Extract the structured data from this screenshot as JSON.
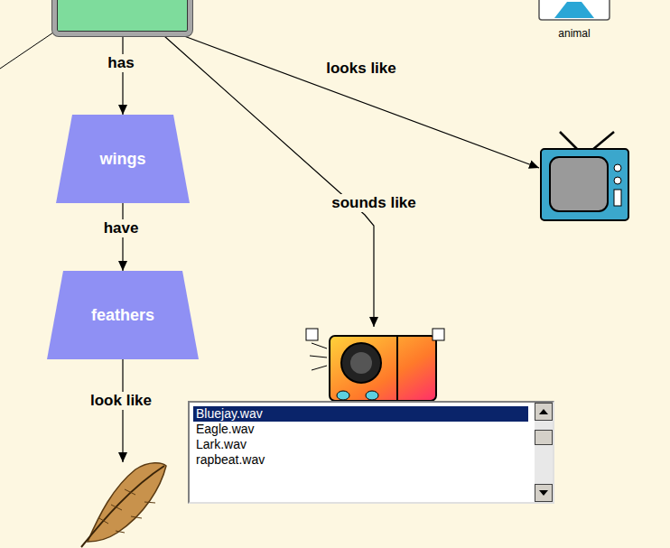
{
  "diagram": {
    "nodes": [
      {
        "text": []
      },
      {
        "text": [
          "animal"
        ]
      },
      {
        "text": [
          "wings"
        ]
      },
      {
        "text": []
      },
      {
        "text": [
          "feathers"
        ]
      },
      {
        "text": []
      },
      {
        "text": []
      }
    ],
    "edges": [
      {
        "from": 0,
        "to": 2,
        "label": "has",
        "arrow": "to"
      },
      {
        "from": 2,
        "to": 4,
        "label": "have",
        "arrow": "to"
      },
      {
        "from": 4,
        "to": 6,
        "label": "look like",
        "arrow": "to"
      },
      {
        "from": 0,
        "to": 3,
        "label": "looks like",
        "arrow": "to"
      },
      {
        "from": 0,
        "to": 5,
        "label": "sounds like",
        "arrow": "to"
      }
    ],
    "labels": [
      "Bluejay.wav",
      "Eagle.wav",
      "Lark.wav",
      "rapbeat.wav"
    ]
  }
}
